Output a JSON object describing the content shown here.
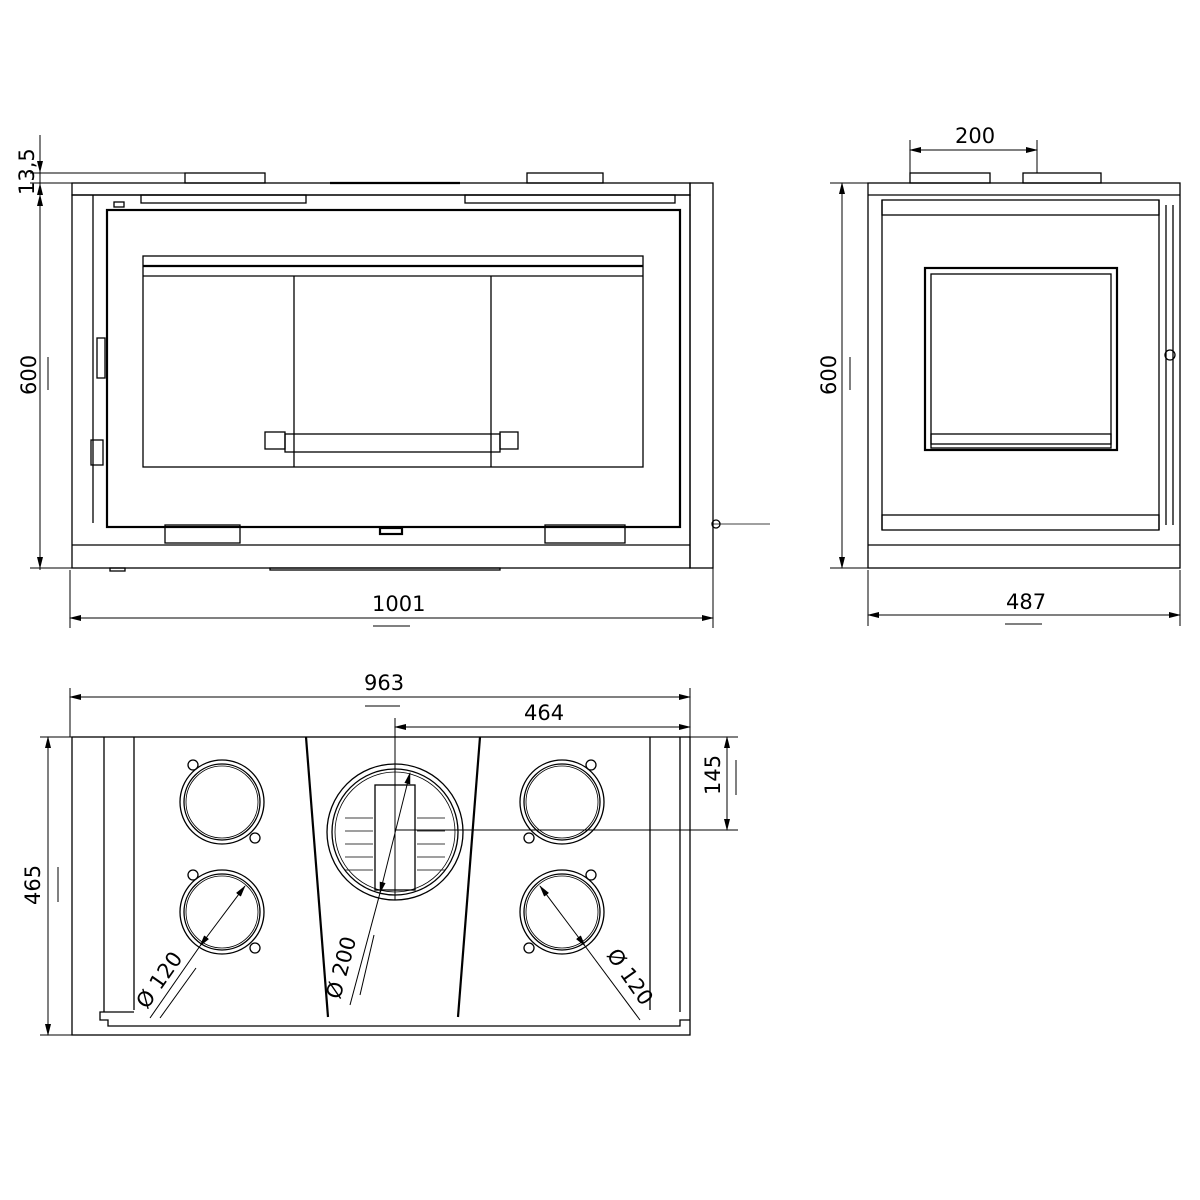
{
  "drawing": {
    "line_color": "#000000",
    "background": "#ffffff",
    "front_view": {
      "dimensions": {
        "top_height": "13,5",
        "height": "600",
        "width": "1001"
      }
    },
    "side_view": {
      "dimensions": {
        "flue_spacing": "200",
        "height": "600",
        "depth": "487"
      }
    },
    "top_view": {
      "dimensions": {
        "width": "963",
        "flue_offset": "464",
        "flue_depth": "145",
        "depth": "465",
        "left_duct_diameter": "Ø 120",
        "center_flue_diameter": "Ø 200",
        "right_duct_diameter": "Ø 120"
      }
    }
  }
}
